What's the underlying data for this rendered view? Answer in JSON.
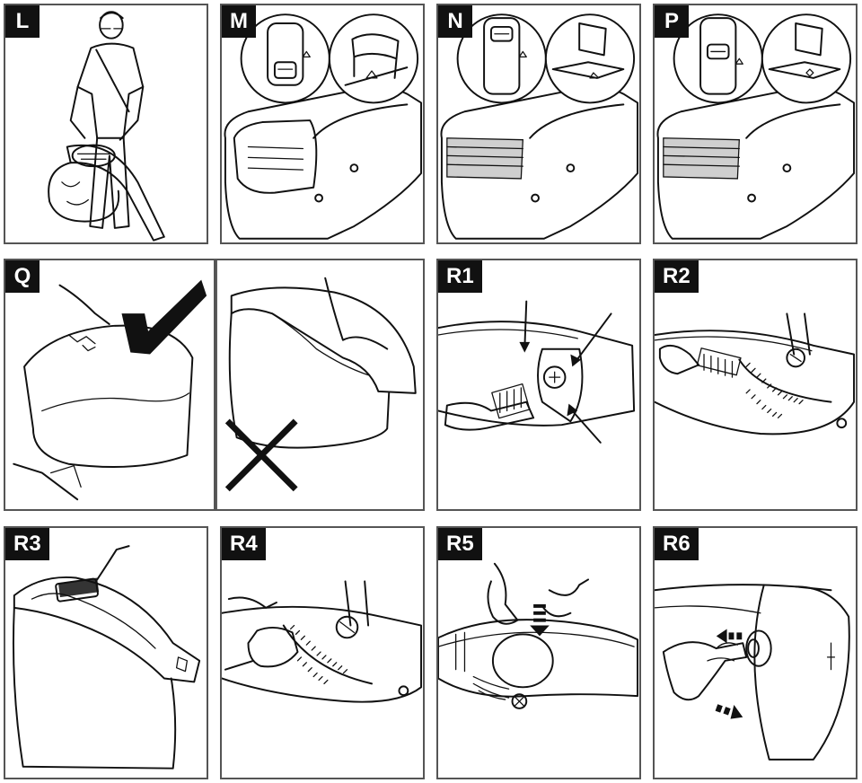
{
  "panels": [
    {
      "id": "L",
      "label": "L"
    },
    {
      "id": "M",
      "label": "M"
    },
    {
      "id": "N",
      "label": "N"
    },
    {
      "id": "P",
      "label": "P"
    },
    {
      "id": "Q",
      "label": "Q"
    },
    {
      "id": "R1",
      "label": "R1"
    },
    {
      "id": "R2",
      "label": "R2"
    },
    {
      "id": "R3",
      "label": "R3"
    },
    {
      "id": "R4",
      "label": "R4"
    },
    {
      "id": "R5",
      "label": "R5"
    },
    {
      "id": "R6",
      "label": "R6"
    }
  ],
  "icons": {
    "correct": "checkmark-icon",
    "incorrect": "cross-icon",
    "direction": "arrow-icon"
  },
  "colors": {
    "ink": "#111111",
    "frame": "#555555",
    "filter_grey": "#cfcfcf"
  }
}
